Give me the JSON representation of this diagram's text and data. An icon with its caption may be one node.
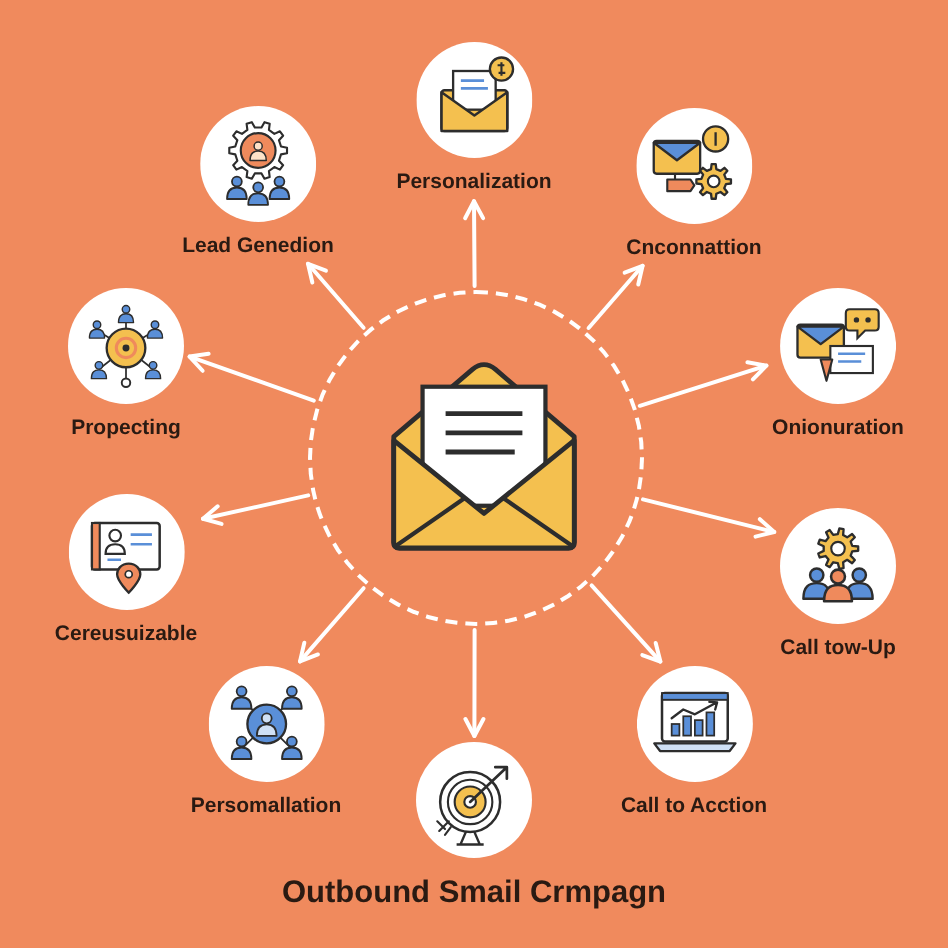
{
  "diagram": {
    "title": "Outbound Smail Crmpagn",
    "nodes": [
      {
        "text": [],
        "shape": "circle"
      },
      {
        "text": [
          "Personalization"
        ]
      },
      {
        "text": [
          "Lead Genedion"
        ]
      },
      {
        "text": [
          "Cnconnattion"
        ]
      },
      {
        "text": [
          "Propecting"
        ]
      },
      {
        "text": [
          "Onionuration"
        ]
      },
      {
        "text": [
          "Cereusuizable"
        ]
      },
      {
        "text": [
          "Call tow-Up"
        ]
      },
      {
        "text": [
          "Persomallation"
        ]
      },
      {
        "text": [
          "Call to Acction"
        ]
      },
      {
        "text": [],
        "shape": "circle"
      }
    ],
    "edges": [
      {
        "from": 0,
        "to": 1,
        "arrow": "to"
      },
      {
        "from": 0,
        "to": 2,
        "arrow": "to"
      },
      {
        "from": 0,
        "to": 3,
        "arrow": "to"
      },
      {
        "from": 0,
        "to": 4,
        "arrow": "to"
      },
      {
        "from": 0,
        "to": 5,
        "arrow": "to"
      },
      {
        "from": 0,
        "to": 6,
        "arrow": "to"
      },
      {
        "from": 0,
        "to": 7,
        "arrow": "to"
      },
      {
        "from": 0,
        "to": 8,
        "arrow": "to"
      },
      {
        "from": 0,
        "to": 9,
        "arrow": "to"
      },
      {
        "from": 0,
        "to": 10,
        "arrow": "to"
      }
    ]
  }
}
